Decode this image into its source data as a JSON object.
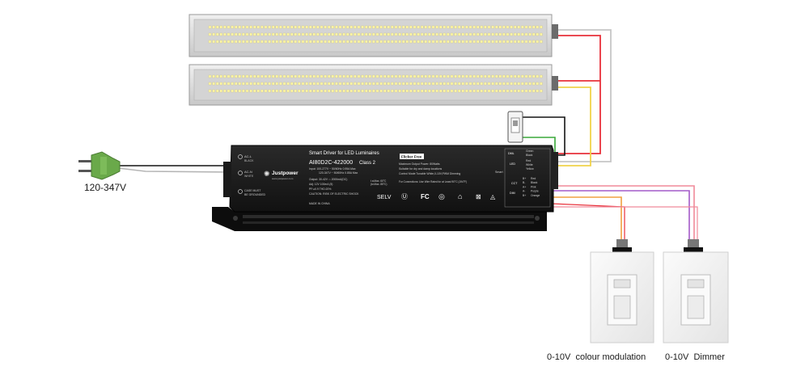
{
  "supply": {
    "voltage_label": "120-347V"
  },
  "driver": {
    "title": "Smart Driver for LED Luminaires",
    "model": "AI80D2C-422000",
    "class_label": "Class 2",
    "brand": "Justpower",
    "brand_url": "www.justpower.com",
    "input_line_1": "Input: 100-277V ~ 50/60Hz  0.95A Max",
    "input_line_2": "120-347V ~ 50/60Hz  0.85A Max",
    "output_line_1": "Output: 30-42V ⎓ 2000mA(DC)",
    "output_line_2": "Adj: 12V 100mA (5)",
    "pf_line": "PF:≥0.9    THD:20%",
    "tc_line": "t a:Max. 60°C",
    "tc_line_2": "(tc:Max. 85°C)",
    "shock_line": "CAUTION: RISK OF ELECTRIC SHOCK",
    "made_line": "MADE IN CHINA",
    "ground_line_1": "CASE MUST",
    "ground_line_2": "BE GROUNDED",
    "ac_l_label": "AC-L",
    "ac_l_sub": "BLACK",
    "ac_n_label": "AC-N",
    "ac_n_sub": "WHITE",
    "flicker_free": "Flicker Free",
    "max_power_line": "Maximum Output Power: 80Watts",
    "damp_line": "Suitable for dry and damp locations",
    "control_line": "Control Mode:Tunable White,0-10V,PWM Dimming",
    "wire_line": "For Connections: Use Wire Rated for at Least 90°C (194°F)",
    "selv": "SELV",
    "smart_label": "Smart",
    "dml_label": "DML",
    "led_label": "LED",
    "dim_label": "DIM",
    "cct_label": "CCT",
    "dml_wires": [
      "Green",
      "Black"
    ],
    "led_wires": [
      "Red",
      "White",
      "Yellow"
    ],
    "dim_wires": [
      "Red",
      "Black",
      "Pink",
      "Purple",
      "Orange"
    ],
    "dim_pins": [
      "B+",
      "B-",
      "A+",
      "A-",
      "B+"
    ]
  },
  "dimmers": [
    {
      "label": "0-10V  colour modulation"
    },
    {
      "label": "0-10V  Dimmer"
    }
  ],
  "colors": {
    "driver_body": "#1c1c1c",
    "driver_base": "#0d0d0d",
    "plug": "#6aa94a",
    "led_panel": "#e0e0e0",
    "led_chip": "#fff7a8",
    "wire_red": "#e8303a",
    "wire_yellow": "#f1d34a",
    "wire_green": "#3aa83a",
    "wire_black": "#141414",
    "wire_gray": "#c6c6c6",
    "wire_pink": "#f08a9a",
    "wire_purple": "#a45ac8",
    "wire_orange": "#f0a040"
  }
}
